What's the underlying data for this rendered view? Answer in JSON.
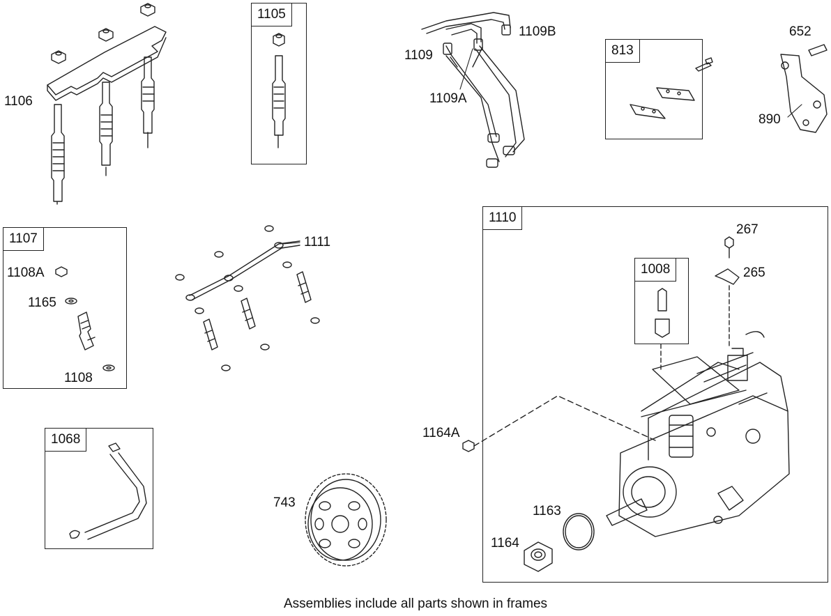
{
  "frames": {
    "f1105": "1105",
    "f1107": "1107",
    "f813": "813",
    "f1068": "1068",
    "f1110": "1110",
    "f1008": "1008"
  },
  "labels": {
    "l1106": "1106",
    "l1109": "1109",
    "l1109A": "1109A",
    "l1109B": "1109B",
    "l652": "652",
    "l890": "890",
    "l1108A": "1108A",
    "l1165": "1165",
    "l1108": "1108",
    "l1111": "1111",
    "l267": "267",
    "l265": "265",
    "l1164A": "1164A",
    "l743": "743",
    "l1163": "1163",
    "l1164": "1164"
  },
  "caption": "Assemblies include all parts shown in frames"
}
